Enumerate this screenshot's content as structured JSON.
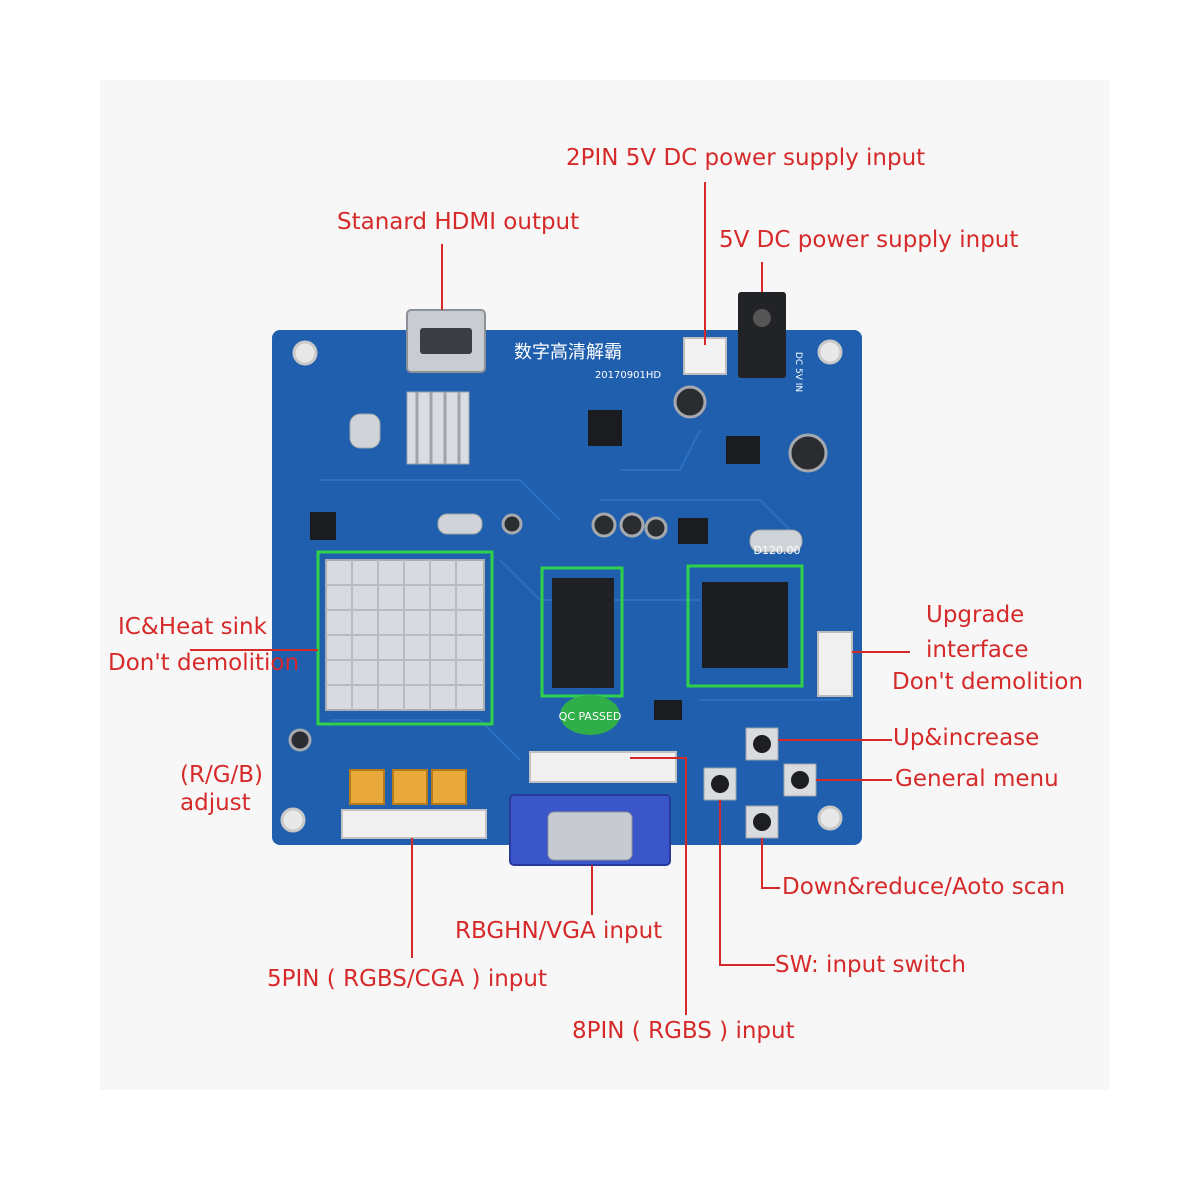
{
  "board": {
    "title_cn": "数字高清解霸",
    "version": "20170901HD",
    "qc_badge": "QC PASSED",
    "chip_label": "D120.00",
    "power_label": "DC 5V IN",
    "colors": {
      "pcb": "#1f5fae",
      "pcb_dark": "#174c8f",
      "highlight": "#2fd14a",
      "callout": "#d62a2a"
    }
  },
  "callouts": {
    "pin2_power": "2PIN 5V DC power supply input",
    "hdmi": "Stanard HDMI output",
    "dc_power": "5V DC power supply input",
    "ic_heat_1": "IC&Heat sink",
    "ic_heat_2": "Don't demolition",
    "upgrade_1": "Upgrade",
    "upgrade_2": "interface",
    "upgrade_3": "Don't demolition",
    "up_increase": "Up&increase",
    "general_menu": "General menu",
    "rgb_adjust_1": "(R/G/B)",
    "rgb_adjust_2": "adjust",
    "down_reduce": "Down&reduce/Aoto scan",
    "vga_input": "RBGHN/VGA input",
    "sw_switch": "SW: input switch",
    "pin5_input": "5PIN ( RGBS/CGA ) input",
    "pin8_input": "8PIN ( RGBS ) input"
  }
}
